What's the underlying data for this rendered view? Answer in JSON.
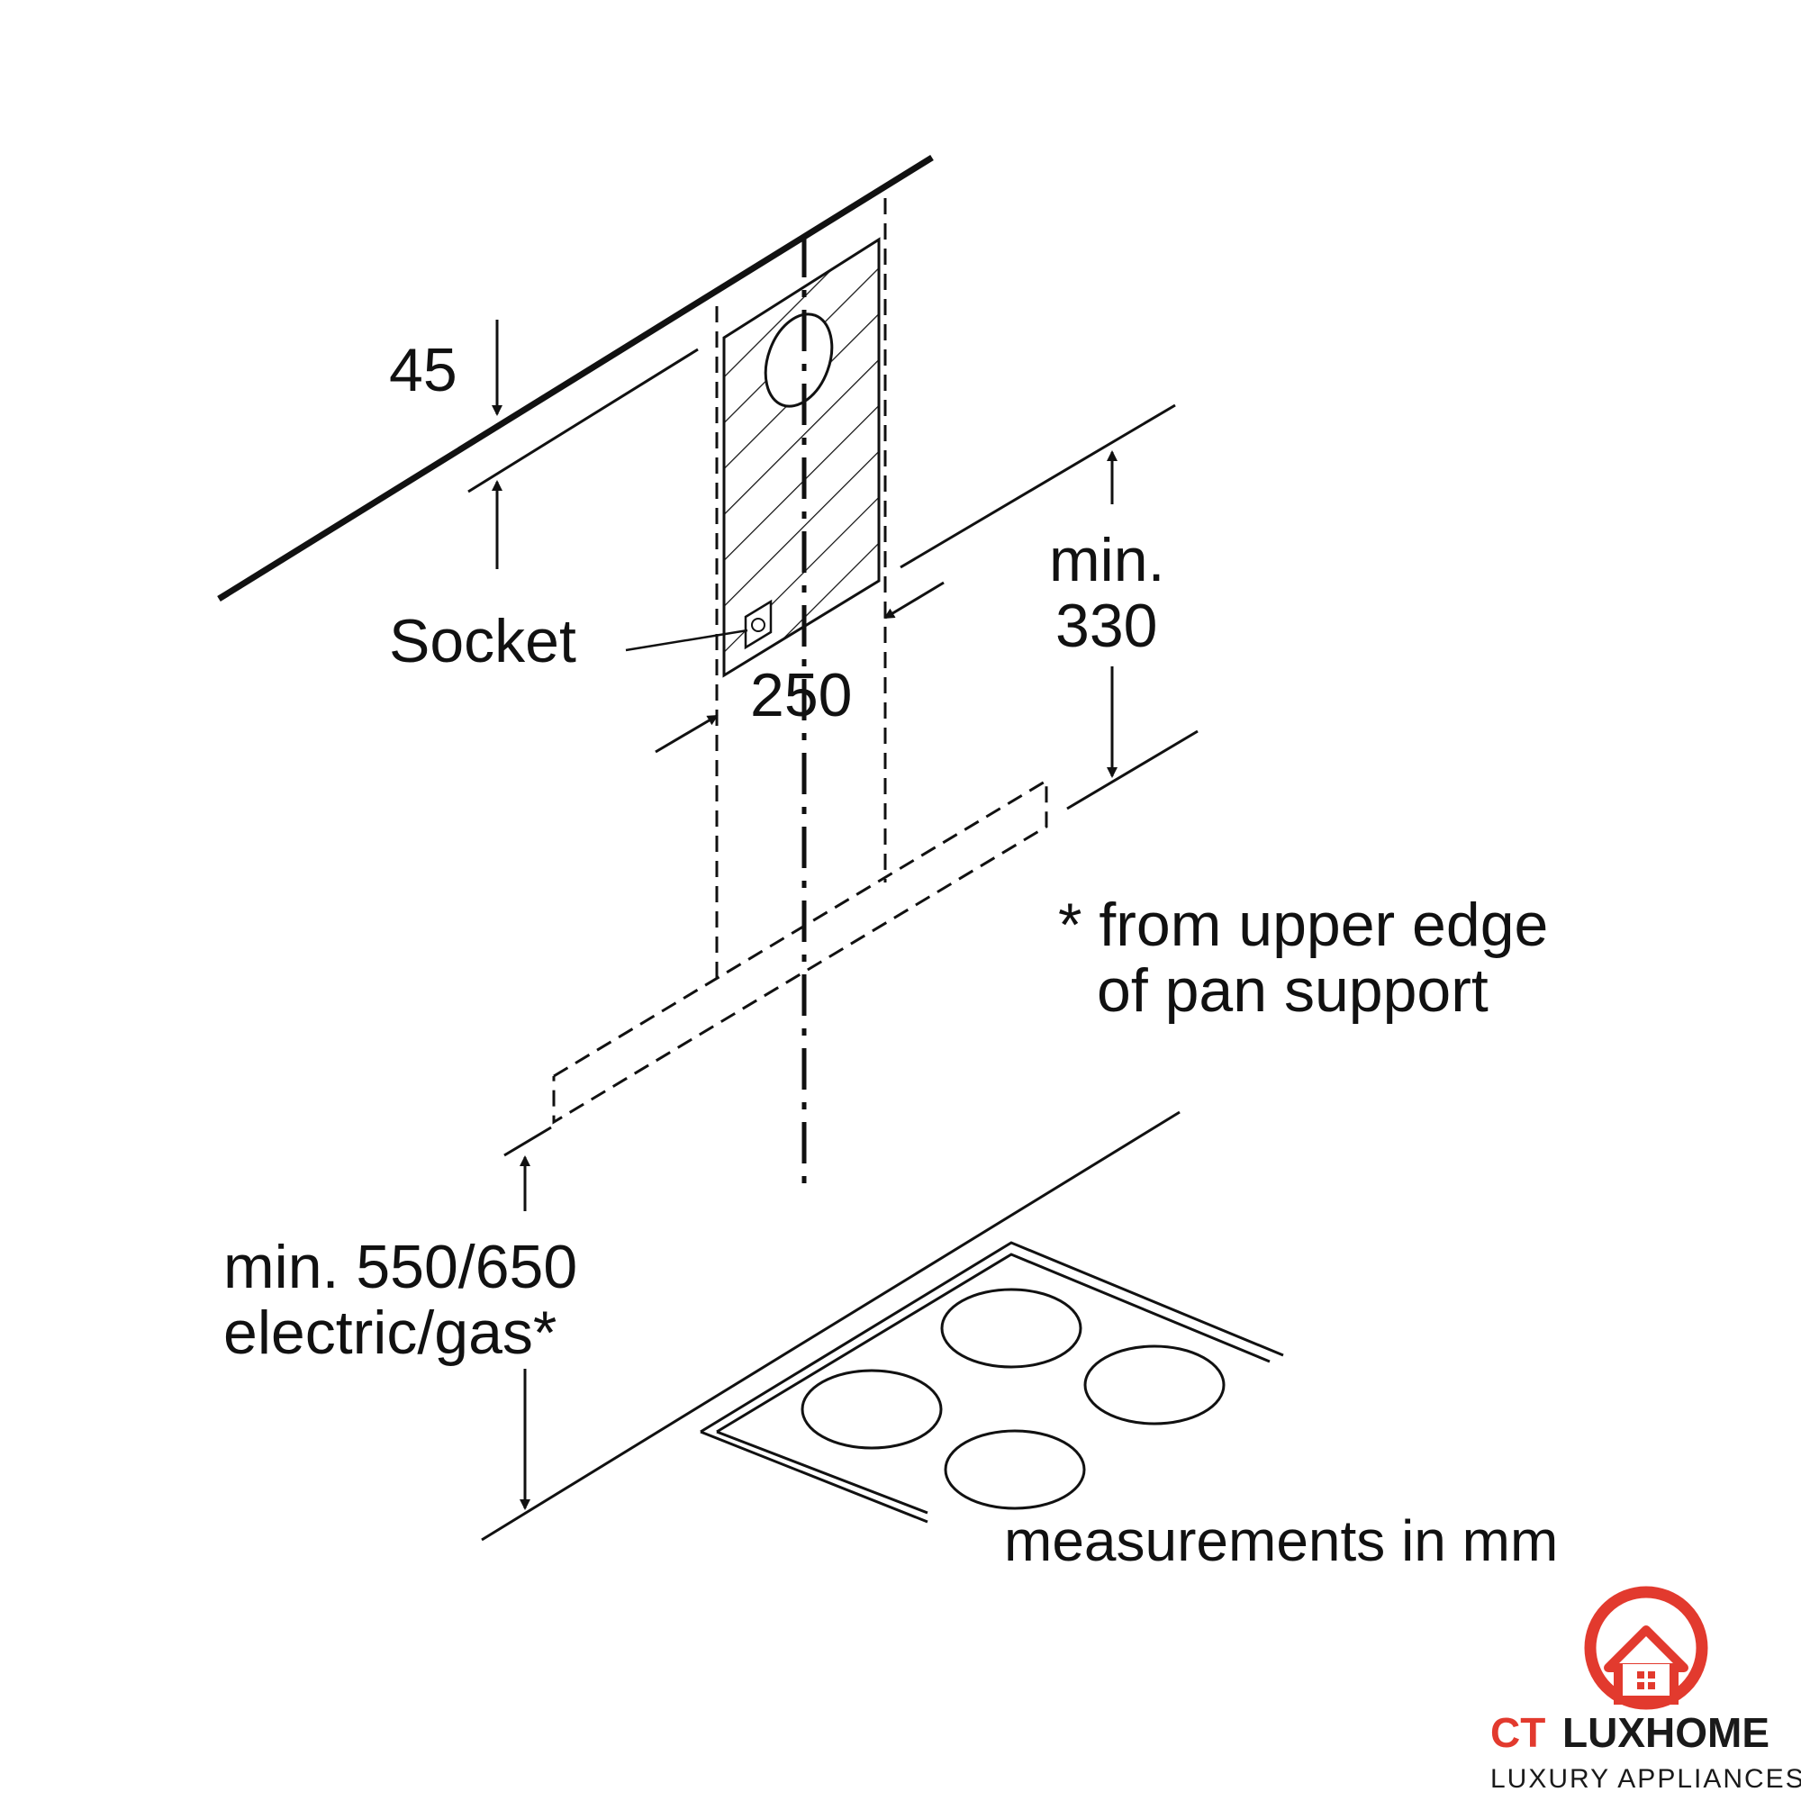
{
  "labels": {
    "dim_45": "45",
    "socket": "Socket",
    "dim_250": "250",
    "min_330_line1": "min.",
    "min_330_line2": "330",
    "note_line1": "* from upper edge",
    "note_line2": "of pan support",
    "min_550_line1": "min. 550/650",
    "min_550_line2": "electric/gas*",
    "units_note": "measurements in mm"
  },
  "logo": {
    "ct": "CT",
    "luxhome": "LUXHOME",
    "tagline": "LUXURY APPLIANCES",
    "accent_color": "#e23a2e",
    "dark_color": "#1a1a1a"
  }
}
